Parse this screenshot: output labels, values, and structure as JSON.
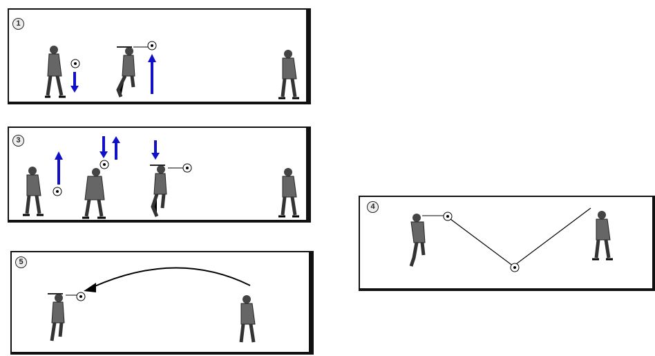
{
  "panels": [
    {
      "label": "1"
    },
    {
      "label": "3"
    },
    {
      "label": "5"
    },
    {
      "label": "4"
    }
  ],
  "colors": {
    "arrow": "#1010c8",
    "player": "#555555",
    "outline": "#111111"
  },
  "icons": [
    "player-icon",
    "ball-icon",
    "arrow-up-icon",
    "arrow-down-icon",
    "curved-arrow-icon",
    "pass-line-icon"
  ]
}
